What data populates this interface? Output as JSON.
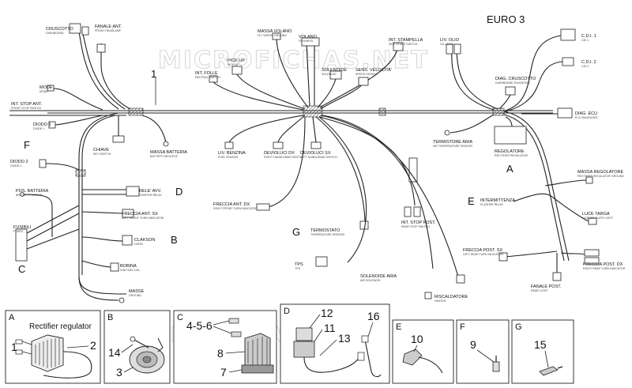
{
  "title": "EURO 3",
  "watermark": "MICROFICHAS.NET",
  "main_number": "1",
  "components": [
    {
      "id": "cruscotto",
      "label": "CRUSCOTTO",
      "sub": "DASHBOARD"
    },
    {
      "id": "fanale_ant",
      "label": "FANALE ANT.",
      "sub": "FRONT HEADLAMP"
    },
    {
      "id": "massa_volano",
      "label": "MASSA VOLANO",
      "sub": "FLY WHEEL GROUND"
    },
    {
      "id": "volano",
      "label": "VOLANO",
      "sub": "FLYWHEEL"
    },
    {
      "id": "int_stampella",
      "label": "INT. STAMPELLA",
      "sub": "SIDE STAND SWITCH"
    },
    {
      "id": "liv_olio",
      "label": "LIV. OLIO",
      "sub": "OIL LEVEL"
    },
    {
      "id": "cdi1",
      "label": "C.D.I. 1",
      "sub": "CDI 1"
    },
    {
      "id": "cdi2",
      "label": "C.D.I. 2",
      "sub": "CDI 2"
    },
    {
      "id": "pick_up",
      "label": "PICK UP",
      "sub": "PICK-UP"
    },
    {
      "id": "int_folle",
      "label": "INT. FOLLE",
      "sub": "NEUTRAL SWITCH"
    },
    {
      "id": "solenoide",
      "label": "SOLENOIDE",
      "sub": "SOLENOID"
    },
    {
      "id": "sens_velocita",
      "label": "SENS. VELOCITA'",
      "sub": "SPEED SENSOR"
    },
    {
      "id": "diag_cruscotto",
      "label": "DIAG. CRUSCOTTO",
      "sub": "DASHBOARD DIAGNOSIS"
    },
    {
      "id": "mode",
      "label": "MODE",
      "sub": "MODE"
    },
    {
      "id": "int_stop_ant",
      "label": "INT. STOP ANT.",
      "sub": "FRONT STOP SWITCH"
    },
    {
      "id": "diodo1",
      "label": "DIODO 1",
      "sub": "DIODE 1"
    },
    {
      "id": "chiave",
      "label": "CHIAVE",
      "sub": "KEY SWITCH"
    },
    {
      "id": "massa_batteria",
      "label": "MASSA BATTERIA",
      "sub": "BATTERY NEGATIVE"
    },
    {
      "id": "liv_benzina",
      "label": "LIV. BENZINA",
      "sub": "FUEL SENSOR"
    },
    {
      "id": "devioluci_dx",
      "label": "DEVIOLUCI DX",
      "sub": "RIGHT HANDLEBAR SWITCH"
    },
    {
      "id": "devioluci_sx",
      "label": "DEVIOLUCI SX",
      "sub": "LEFT HANDLEBAR SWITCH"
    },
    {
      "id": "termostore_aria",
      "label": "TERMISTORE ARIA",
      "sub": "AIR TEMPERATURE SENSOR"
    },
    {
      "id": "regolatore",
      "label": "REGOLATORE",
      "sub": "RECTIFIER REGULATOR"
    },
    {
      "id": "diag_ecu",
      "label": "DIAG. ECU",
      "sub": "ECU DIAGNOSIS"
    },
    {
      "id": "diodo2",
      "label": "DIODO 2",
      "sub": "DIODE 2"
    },
    {
      "id": "pos_batteria",
      "label": "POS. BATTERIA",
      "sub": "BATTERY POSITIVE"
    },
    {
      "id": "rele_avv",
      "label": "RELE' AVV.",
      "sub": "STARTER RELAY"
    },
    {
      "id": "freccia_ant_sx",
      "label": "FRECCIA ANT. SX",
      "sub": "LEFT FRONT TURN INDICATOR"
    },
    {
      "id": "freccia_ant_dx",
      "label": "FRECCIA ANT. DX",
      "sub": "RIGHT FRONT TURN INDICATOR"
    },
    {
      "id": "fusibili",
      "label": "FUSIBILI",
      "sub": "FUSES"
    },
    {
      "id": "clakson",
      "label": "CLAKSON",
      "sub": "HORN"
    },
    {
      "id": "bobina",
      "label": "BOBINA",
      "sub": "IGNITION COIL"
    },
    {
      "id": "masse",
      "label": "MASSE",
      "sub": "GROUND"
    },
    {
      "id": "termostato",
      "label": "TERMOSTATO",
      "sub": "TEMPERATURE SENSOR"
    },
    {
      "id": "tps",
      "label": "TPS",
      "sub": "TPS"
    },
    {
      "id": "int_stop_post",
      "label": "INT. STOP POST.",
      "sub": "REAR STOP SWITCH"
    },
    {
      "id": "solenoide_aria",
      "label": "SOLENOIDE ARIA",
      "sub": "AIR SOLENOID"
    },
    {
      "id": "riscaldatore",
      "label": "RISCALDATORE",
      "sub": "HEATER"
    },
    {
      "id": "massa_regolatore",
      "label": "MASSA REGOLATORE",
      "sub": "RECTIFIER REGULATOR GROUND"
    },
    {
      "id": "intermittenza",
      "label": "INTERMITTENZA",
      "sub": "FLASHER RELAY"
    },
    {
      "id": "luce_targa",
      "label": "LUCE TARGA",
      "sub": "LICENSE PLATE LIGHT"
    },
    {
      "id": "freccia_post_sx",
      "label": "FRECCIA POST. SX",
      "sub": "LEFT REAR TURN INDICATOR"
    },
    {
      "id": "freccia_post_dx",
      "label": "FRECCIA POST. DX",
      "sub": "RIGHT REAR TURN INDICATOR"
    },
    {
      "id": "fanale_post",
      "label": "FANALE POST.",
      "sub": "REAR LIGHT"
    }
  ],
  "group_letters": {
    "A1": "A",
    "B1": "B",
    "C1": "C",
    "D1": "D",
    "E1": "E",
    "F1": "F",
    "G1": "G"
  },
  "panels": [
    {
      "letter": "A",
      "title": "Rectifier regulator",
      "numbers": [
        "1",
        "2"
      ]
    },
    {
      "letter": "B",
      "numbers": [
        "14",
        "3"
      ]
    },
    {
      "letter": "C",
      "numbers": [
        "4-5-6",
        "8",
        "7"
      ]
    },
    {
      "letter": "D",
      "numbers": [
        "12",
        "11",
        "13",
        "16"
      ]
    },
    {
      "letter": "E",
      "numbers": [
        "10"
      ]
    },
    {
      "letter": "F",
      "numbers": [
        "9"
      ]
    },
    {
      "letter": "G",
      "numbers": [
        "15"
      ]
    }
  ]
}
